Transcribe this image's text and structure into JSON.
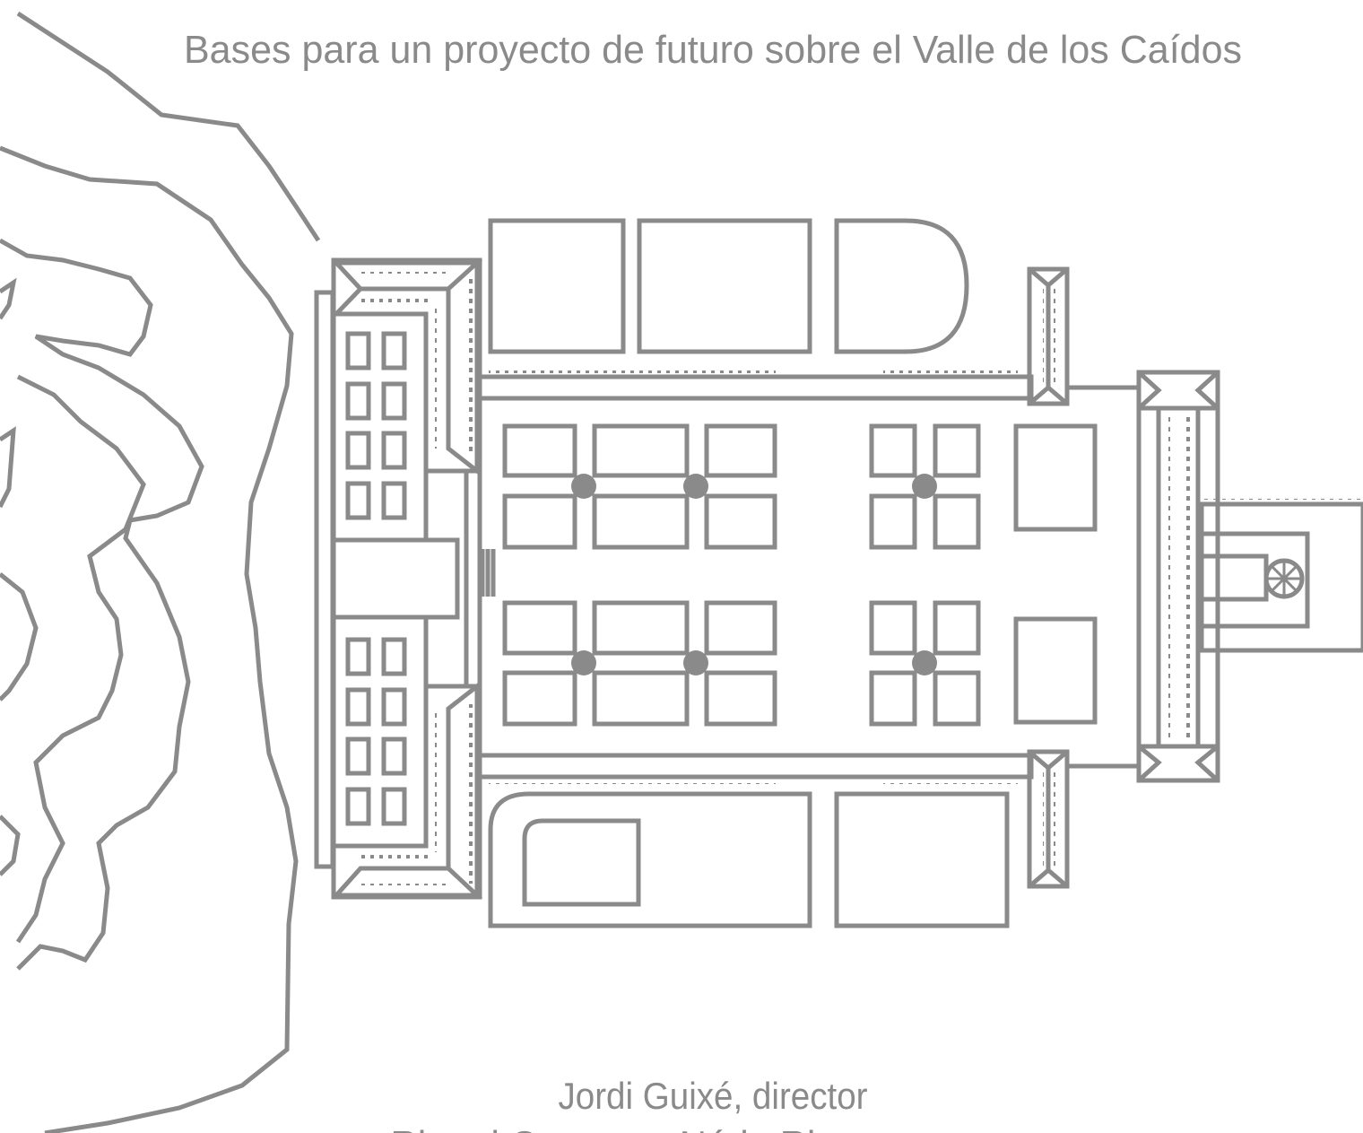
{
  "cover": {
    "title": "Bases para un proyecto de futuro sobre el Valle de los Caídos",
    "credit_line_1": "Jordi Guixé, director",
    "credit_line_2": "Ricard Conesa y Núria Riera, texto"
  },
  "illustration": {
    "subject": "site plan of the Valle de los Caídos complex (line drawing)",
    "stroke_color": "#8a8a8a",
    "fill_color": "#ffffff"
  }
}
